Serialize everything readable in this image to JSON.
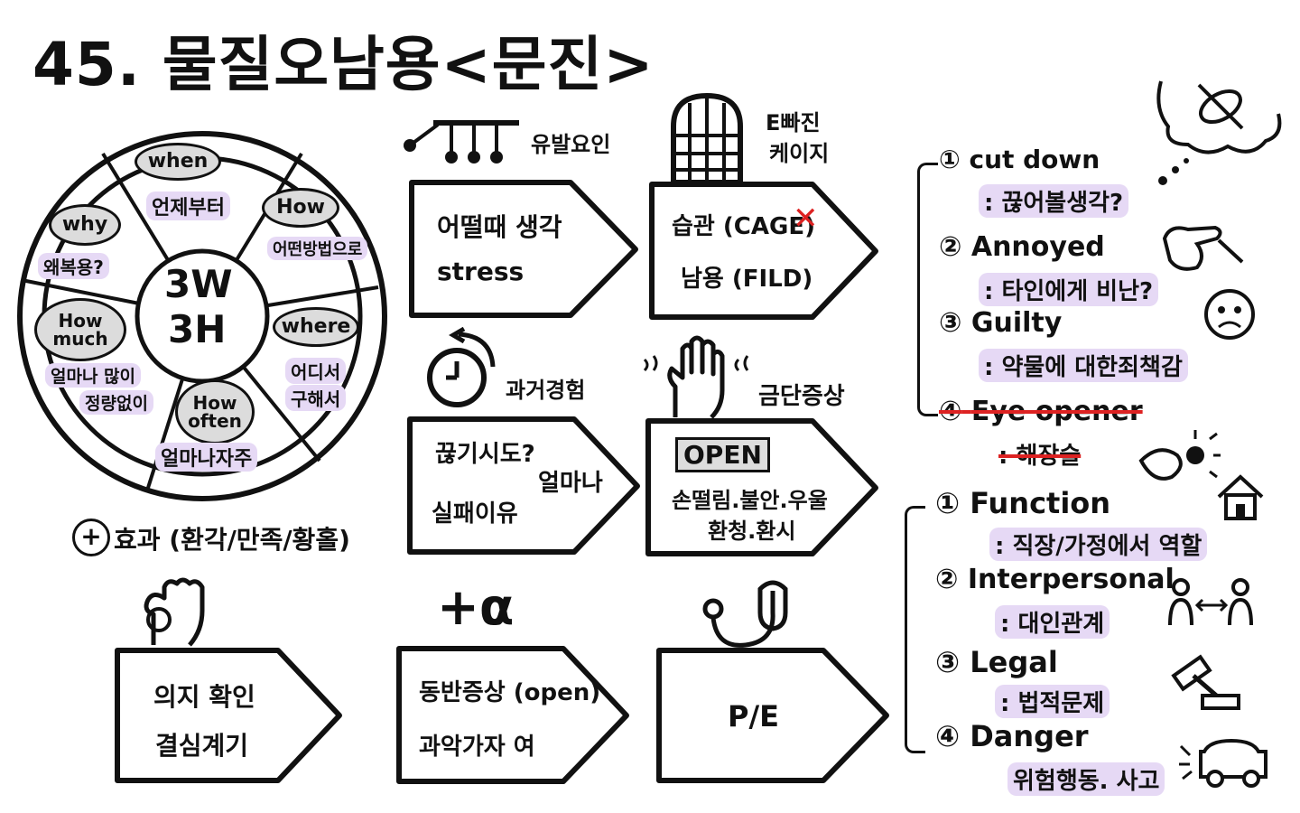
{
  "title": "45. 물질오남용<문진>",
  "wheel": {
    "center_line1": "3W",
    "center_line2": "3H",
    "segments": [
      {
        "key": "when",
        "label": "when",
        "note": "언제부터"
      },
      {
        "key": "how",
        "label": "How",
        "note": "어떤방법으로"
      },
      {
        "key": "where",
        "label": "where",
        "note_line1": "어디서",
        "note_line2": "구해서"
      },
      {
        "key": "how_often",
        "label_line1": "How",
        "label_line2": "often",
        "note": "얼마나자주"
      },
      {
        "key": "how_much",
        "label_line1": "How",
        "label_line2": "much",
        "note_line1": "얼마나 많이",
        "note_line2": "정량없이"
      },
      {
        "key": "why",
        "label": "why",
        "note": "왜복용?"
      }
    ],
    "effect_note": "효과 (환각/만족/황홀)"
  },
  "boxes": {
    "trigger": {
      "caption": "유발요인",
      "line1": "어떨때 생각",
      "line2": "stress"
    },
    "habit": {
      "caption_line1": "E빠진",
      "caption_line2": "케이지",
      "line1": "습관 (CAGE)",
      "line2": "남용 (FILD)",
      "cross_mark": "✕"
    },
    "past": {
      "caption": "과거경험",
      "line1": "끊기시도?",
      "line2": "실패이유",
      "line3": "얼마나"
    },
    "withdrawal": {
      "caption": "금단증상",
      "open_label": "OPEN",
      "line1": "손떨림.불안.우울",
      "line2": "환청.환시"
    },
    "will": {
      "line1": "의지 확인",
      "line2": "결심계기"
    },
    "plus_alpha": {
      "caption": "+α",
      "line1": "동반증상 (open)",
      "line2": "과악가자 여"
    },
    "pe": {
      "line1": "P/E"
    }
  },
  "cage_list": [
    {
      "num": "①",
      "term": "cut down",
      "desc": ": 끊어볼생각?"
    },
    {
      "num": "②",
      "term": "Annoyed",
      "desc": ": 타인에게 비난?"
    },
    {
      "num": "③",
      "term": "Guilty",
      "desc": ": 약물에 대한죄책감"
    },
    {
      "num": "④",
      "term": "Eye opener",
      "desc": ": 해장술",
      "struck": true
    }
  ],
  "fild_list": [
    {
      "num": "①",
      "term": "Function",
      "desc": ": 직장/가정에서 역할"
    },
    {
      "num": "②",
      "term": "Interpersonal",
      "desc": ": 대인관계"
    },
    {
      "num": "③",
      "term": "Legal",
      "desc": ": 법적문제"
    },
    {
      "num": "④",
      "term": "Danger",
      "desc": "위험행동. 사고"
    }
  ],
  "colors": {
    "ink": "#111111",
    "highlight": "#e6d9f5",
    "strike": "#dd2222",
    "oval_fill": "#dcdcdc"
  }
}
